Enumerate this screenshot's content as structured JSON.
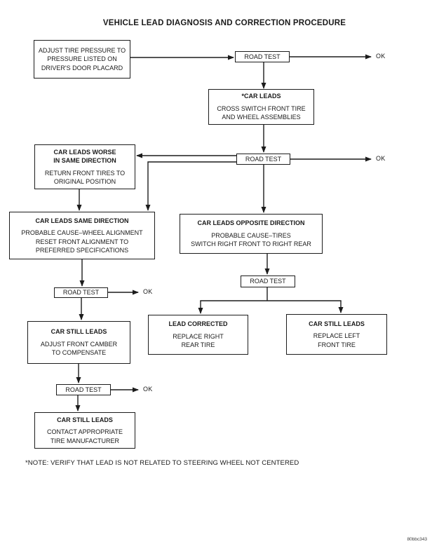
{
  "title": "VEHICLE LEAD DIAGNOSIS AND CORRECTION PROCEDURE",
  "labels": {
    "road_test": "ROAD TEST",
    "ok": "OK"
  },
  "nodes": {
    "adjust_tire": {
      "body": "ADJUST TIRE PRESSURE TO\nPRESSURE LISTED ON\nDRIVER'S DOOR PLACARD"
    },
    "car_leads": {
      "title": "*CAR LEADS",
      "body": "CROSS SWITCH FRONT TIRE\nAND WHEEL ASSEMBLIES"
    },
    "car_leads_worse": {
      "title": "CAR LEADS WORSE\nIN SAME DIRECTION",
      "body": "RETURN FRONT TIRES TO\nORIGINAL POSITION"
    },
    "car_leads_same": {
      "title": "CAR LEADS SAME DIRECTION",
      "body": "PROBABLE CAUSE–WHEEL ALIGNMENT\nRESET FRONT ALIGNMENT TO\nPREFERRED SPECIFICATIONS"
    },
    "car_leads_opposite": {
      "title": "CAR LEADS OPPOSITE DIRECTION",
      "body": "PROBABLE CAUSE–TIRES\nSWITCH RIGHT FRONT TO RIGHT REAR"
    },
    "car_still_leads_camber": {
      "title": "CAR STILL LEADS",
      "body": "ADJUST FRONT CAMBER\nTO COMPENSATE"
    },
    "lead_corrected": {
      "title": "LEAD CORRECTED",
      "body": "REPLACE RIGHT\nREAR TIRE"
    },
    "car_still_leads_replace": {
      "title": "CAR STILL LEADS",
      "body": "REPLACE LEFT\nFRONT TIRE"
    },
    "car_still_leads_final": {
      "title": "CAR STILL LEADS",
      "body": "CONTACT APPROPRIATE\nTIRE MANUFACTURER"
    }
  },
  "note": "*NOTE: VERIFY THAT LEAD IS NOT RELATED TO STEERING WHEEL NOT CENTERED",
  "figure_code": "80bbc343",
  "colors": {
    "line": "#1c1c1c",
    "background": "#ffffff",
    "text": "#1a1a1a"
  }
}
